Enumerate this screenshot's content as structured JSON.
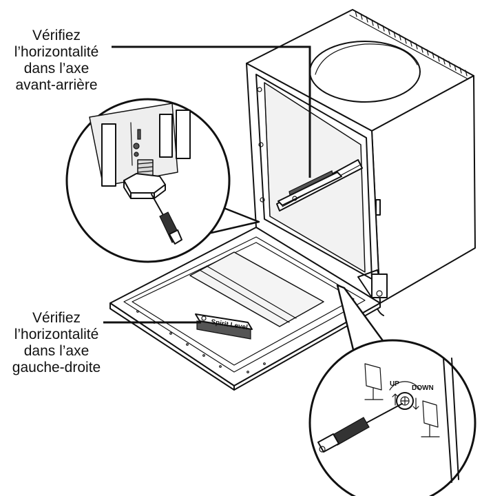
{
  "callouts": {
    "front_back": {
      "lines": [
        "Vérifiez",
        "l’horizontalité",
        "dans l’axe",
        "avant-arrière"
      ]
    },
    "left_right": {
      "lines": [
        "Vérifiez",
        "l’horizontalité",
        "dans l’axe",
        "gauche-droite"
      ]
    }
  },
  "spirit_level_label": "Spirit Level",
  "adjuster_labels": {
    "up": "UP",
    "down": "DOWN"
  }
}
